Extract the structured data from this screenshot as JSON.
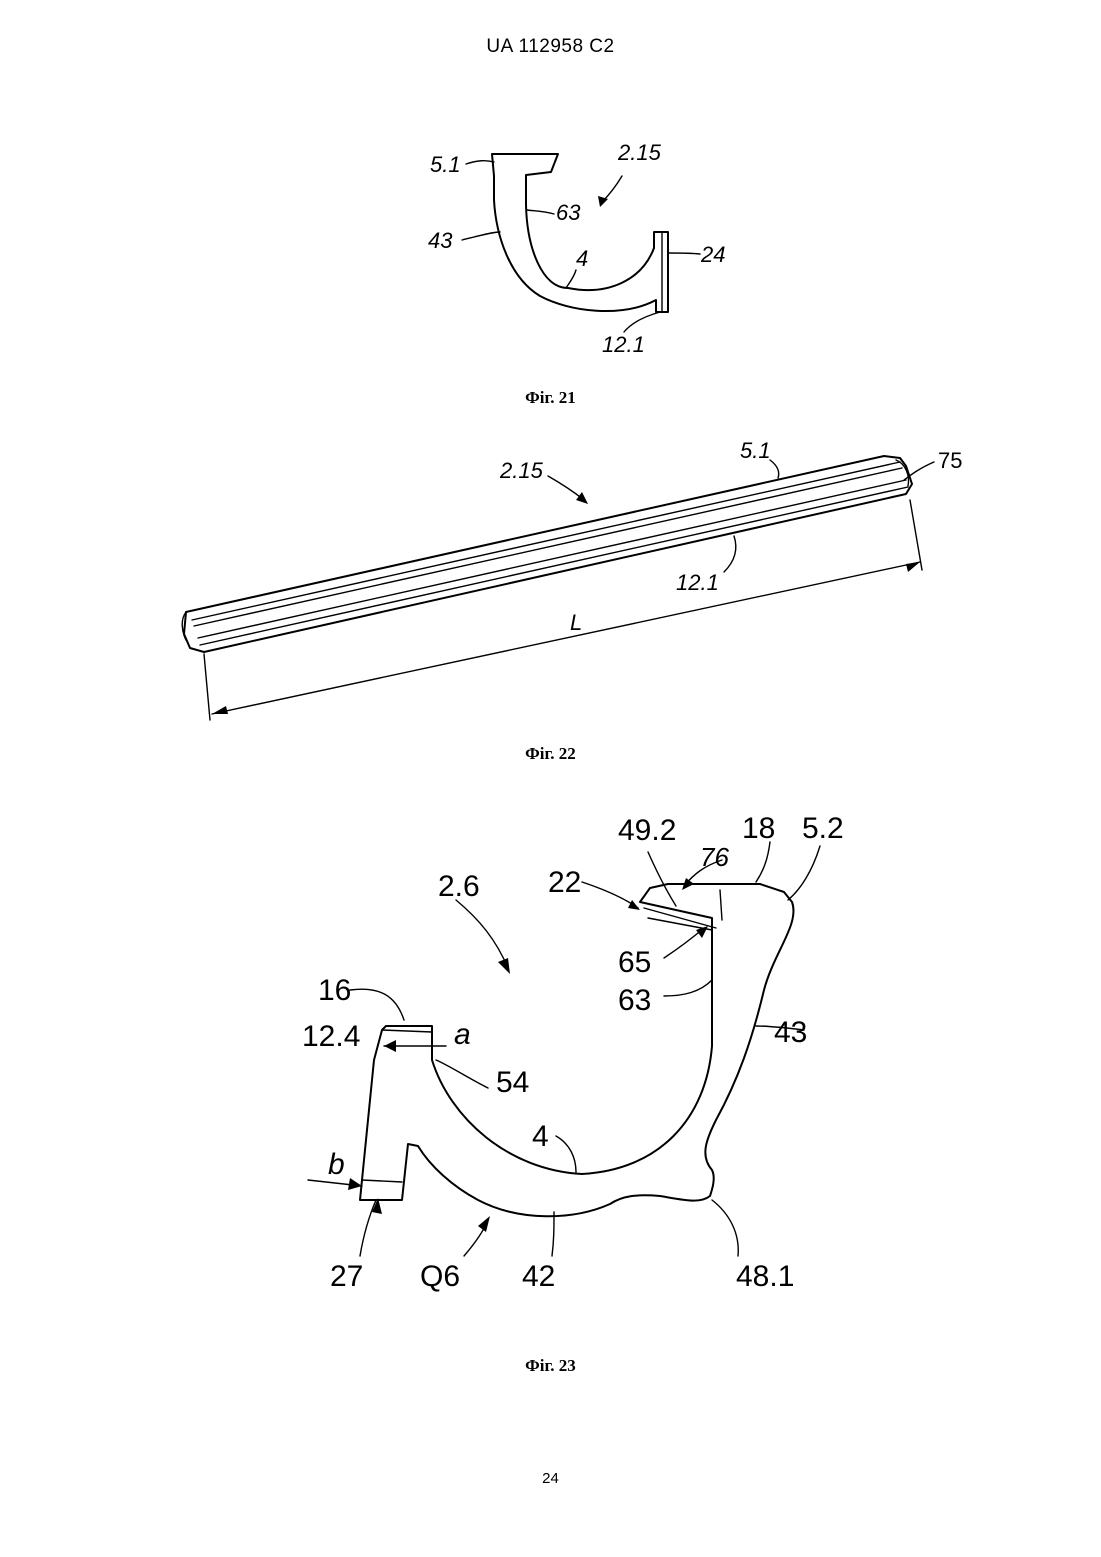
{
  "header": {
    "text": "UA   112958   C2"
  },
  "figures": [
    {
      "caption": "Фіг. 21",
      "labels": [
        "5.1",
        "2.15",
        "63",
        "43",
        "24",
        "4",
        "12.1"
      ]
    },
    {
      "caption": "Фіг. 22",
      "labels": [
        "2.15",
        "5.1",
        "75",
        "12.1",
        "L"
      ]
    },
    {
      "caption": "Фіг. 23",
      "labels": [
        "49.2",
        "18",
        "5.2",
        "76",
        "2.6",
        "22",
        "65",
        "63",
        "16",
        "43",
        "12.4",
        "a",
        "54",
        "4",
        "b",
        "27",
        "Q6",
        "42",
        "48.1"
      ]
    }
  ],
  "footer": {
    "page_number": "24"
  }
}
